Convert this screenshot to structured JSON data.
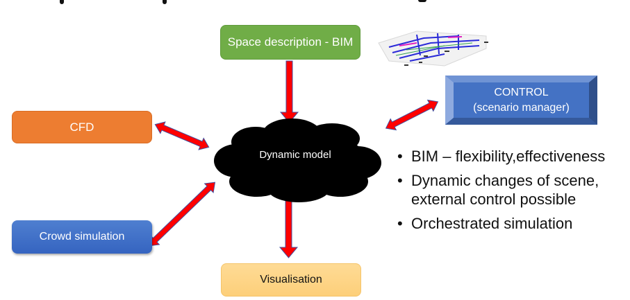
{
  "diagram": {
    "nodes": {
      "bim": {
        "label": "Space description - BIM",
        "color": "#70ad47"
      },
      "cfd": {
        "label": "CFD",
        "color": "#ed7d31"
      },
      "crowd": {
        "label": "Crowd simulation",
        "color": "#4472c4"
      },
      "visualisation": {
        "label": "Visualisation",
        "color": "#fed98e"
      },
      "control": {
        "line1": "CONTROL",
        "line2": "(scenario manager)",
        "color": "#4472c4"
      },
      "dynamic_model": {
        "label": "Dynamic model",
        "color": "#000000"
      }
    },
    "edges": [
      {
        "from": "bim",
        "to": "dynamic_model",
        "direction": "one-way"
      },
      {
        "from": "dynamic_model",
        "to": "visualisation",
        "direction": "one-way"
      },
      {
        "from": "cfd",
        "to": "dynamic_model",
        "direction": "two-way"
      },
      {
        "from": "crowd",
        "to": "dynamic_model",
        "direction": "two-way"
      },
      {
        "from": "control",
        "to": "dynamic_model",
        "direction": "two-way"
      }
    ],
    "arrow_color": "#ff0000",
    "bim_model_image": "bim-building-model-thumbnail"
  },
  "bullets": [
    "BIM – flexibility,effectiveness",
    "Dynamic changes of scene, external control possible",
    "Orchestrated simulation"
  ],
  "bullet_glyph": "•"
}
